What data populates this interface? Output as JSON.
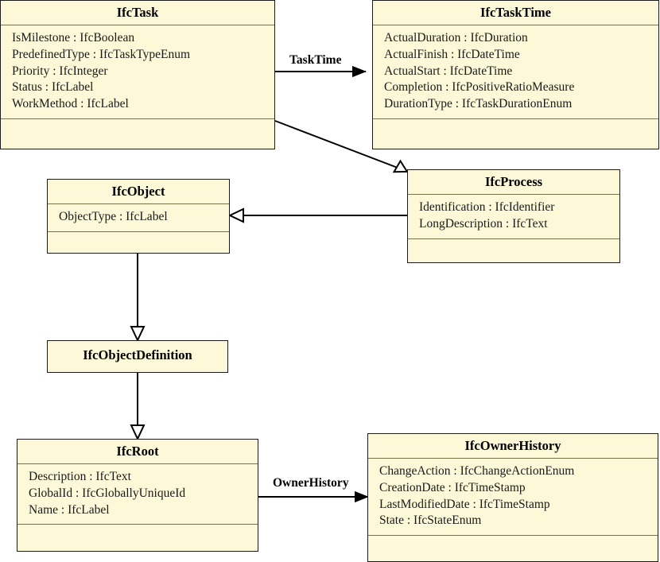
{
  "diagram": {
    "type": "uml-class-diagram",
    "background_color": "#ffffff",
    "class_fill_color": "#fcf8d8",
    "class_border_color": "#1a1a1a",
    "compartment_separator_color": "#77734a",
    "classes": [
      {
        "id": "ifc-task",
        "name": "IfcTask",
        "attributes": [
          "IsMilestone : IfcBoolean",
          "PredefinedType : IfcTaskTypeEnum",
          "Priority : IfcInteger",
          "Status : IfcLabel",
          "WorkMethod : IfcLabel"
        ],
        "has_operations_compartment": true
      },
      {
        "id": "ifc-task-time",
        "name": "IfcTaskTime",
        "attributes": [
          "ActualDuration : IfcDuration",
          "ActualFinish : IfcDateTime",
          "ActualStart : IfcDateTime",
          "Completion : IfcPositiveRatioMeasure",
          "DurationType : IfcTaskDurationEnum"
        ],
        "has_operations_compartment": true
      },
      {
        "id": "ifc-object",
        "name": "IfcObject",
        "attributes": [
          "ObjectType : IfcLabel"
        ],
        "has_operations_compartment": true
      },
      {
        "id": "ifc-process",
        "name": "IfcProcess",
        "attributes": [
          "Identification : IfcIdentifier",
          "LongDescription : IfcText"
        ],
        "has_operations_compartment": true
      },
      {
        "id": "ifc-object-definition",
        "name": "IfcObjectDefinition",
        "attributes": [],
        "has_operations_compartment": false
      },
      {
        "id": "ifc-root",
        "name": "IfcRoot",
        "attributes": [
          "Description : IfcText",
          "GlobalId : IfcGloballyUniqueId",
          "Name : IfcLabel"
        ],
        "has_operations_compartment": true
      },
      {
        "id": "ifc-owner-history",
        "name": "IfcOwnerHistory",
        "attributes": [
          "ChangeAction : IfcChangeActionEnum",
          "CreationDate : IfcTimeStamp",
          "LastModifiedDate : IfcTimeStamp",
          "State : IfcStateEnum"
        ],
        "has_operations_compartment": true
      }
    ],
    "relationships": [
      {
        "id": "task-tasktime",
        "from": "IfcTask",
        "to": "IfcTaskTime",
        "label": "TaskTime",
        "kind": "association",
        "arrowhead": "solid-open"
      },
      {
        "id": "task-process",
        "from": "IfcTask",
        "to": "IfcProcess",
        "label": "",
        "kind": "generalization",
        "arrowhead": "hollow-triangle"
      },
      {
        "id": "process-object",
        "from": "IfcProcess",
        "to": "IfcObject",
        "label": "",
        "kind": "generalization",
        "arrowhead": "hollow-triangle"
      },
      {
        "id": "object-objectdefinition",
        "from": "IfcObject",
        "to": "IfcObjectDefinition",
        "label": "",
        "kind": "generalization",
        "arrowhead": "hollow-triangle"
      },
      {
        "id": "objectdefinition-root",
        "from": "IfcObjectDefinition",
        "to": "IfcRoot",
        "label": "",
        "kind": "generalization",
        "arrowhead": "hollow-triangle"
      },
      {
        "id": "root-ownerhistory",
        "from": "IfcRoot",
        "to": "IfcOwnerHistory",
        "label": "OwnerHistory",
        "kind": "association",
        "arrowhead": "solid-open"
      }
    ],
    "edge_labels": {
      "task_time": "TaskTime",
      "owner_history": "OwnerHistory"
    }
  }
}
